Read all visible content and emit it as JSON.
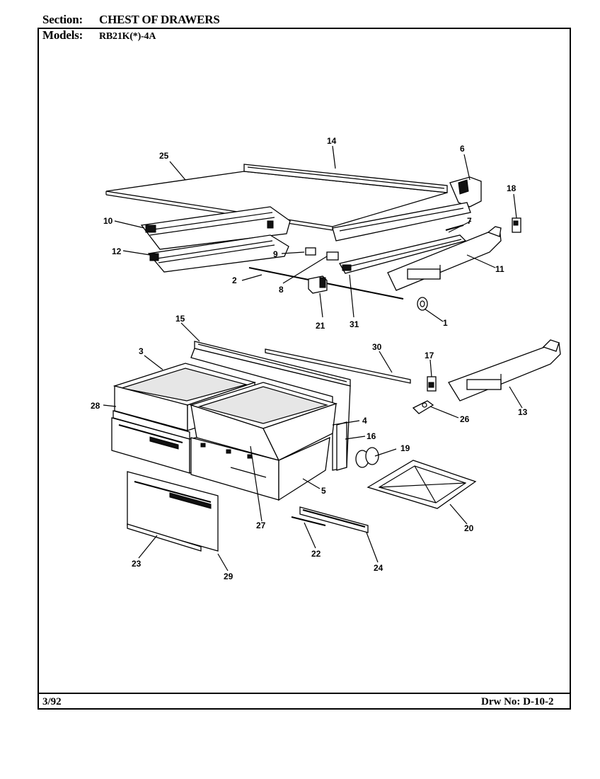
{
  "header": {
    "section_label": "Section:",
    "section_value": "CHEST OF DRAWERS",
    "models_label": "Models:",
    "models_value": "RB21K(*)-4A"
  },
  "footer": {
    "date": "3/92",
    "drawing_number": "Drw No: D-10-2"
  },
  "callouts": {
    "c1": "1",
    "c2": "2",
    "c3": "3",
    "c4": "4",
    "c5": "5",
    "c6": "6",
    "c7": "7",
    "c8": "8",
    "c9": "9",
    "c10": "10",
    "c11": "11",
    "c12": "12",
    "c13": "13",
    "c14": "14",
    "c15": "15",
    "c16": "16",
    "c17": "17",
    "c18": "18",
    "c19": "19",
    "c20": "20",
    "c21": "21",
    "c22": "22",
    "c23": "23",
    "c24": "24",
    "c25": "25",
    "c26": "26",
    "c27": "27",
    "c28": "28",
    "c29": "29",
    "c30": "30",
    "c31": "31"
  }
}
